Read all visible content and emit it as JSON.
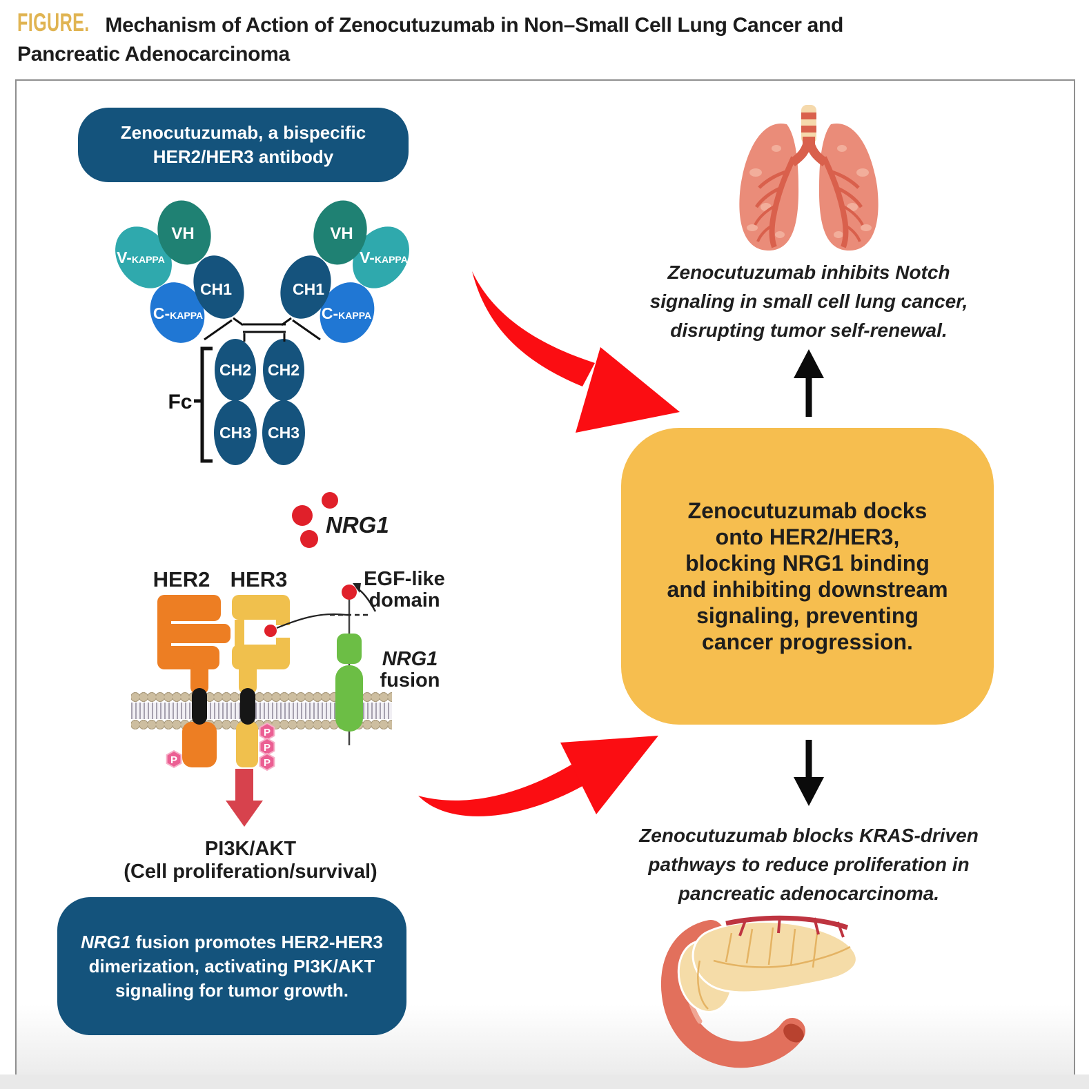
{
  "title": {
    "figure_label": "FIGURE.",
    "line1": "Mechanism of Action of Zenocutuzumab in Non–Small Cell Lung Cancer and",
    "line2": "Pancreatic Adenocarcinoma"
  },
  "antibody": {
    "header_line1": "Zenocutuzumab, a bispecific",
    "header_line2": "HER2/HER3 antibody",
    "domains": {
      "vh": "VH",
      "ch1": "CH1",
      "ch2": "CH2",
      "ch3": "CH3",
      "fc": "Fc",
      "v_prefix": "V-",
      "c_prefix": "C-",
      "kappa": "KAPPA"
    }
  },
  "receptors": {
    "her2": "HER2",
    "her3": "HER3",
    "nrg1": "NRG1",
    "egf_line1": "EGF-like",
    "egf_line2": "domain",
    "fusion_line1": "NRG1",
    "fusion_line2": "fusion",
    "phospho": "P",
    "pathway": "PI3K/AKT",
    "pathway_sub": "(Cell proliferation/survival)"
  },
  "notes": {
    "bottom_box": {
      "gene": "NRG1",
      "line1_rest": " fusion promotes HER2-HER3",
      "line2": "dimerization, activating PI3K/AKT",
      "line3": "signaling for tumor growth."
    },
    "lung_note": [
      "Zenocutuzumab inhibits Notch",
      "signaling in small cell lung cancer,",
      "disrupting tumor self-renewal."
    ],
    "center_box": [
      "Zenocutuzumab docks",
      "onto HER2/HER3,",
      "blocking NRG1 binding",
      "and inhibiting downstream",
      "signaling, preventing",
      "cancer progression."
    ],
    "pancreas_note": [
      "Zenocutuzumab blocks KRAS-driven",
      "pathways to reduce proliferation in",
      "pancreatic adenocarcinoma."
    ]
  },
  "colors": {
    "title_gold": "#e0b452",
    "callout_blue": "#14537c",
    "callout_yellow": "#f6be4f",
    "domain_vh_teal": "#1f8173",
    "domain_vkappa_teal": "#2fa9ad",
    "domain_ch_navy": "#15537d",
    "domain_ckappa_blue": "#2077d4",
    "her2_orange": "#ed7e23",
    "her3_yellow": "#f0c04d",
    "nrg1_fusion_green": "#6cbe45",
    "nrg1_dot_red": "#e0202a",
    "swoosh_arrow_red": "#fb0d12",
    "signal_arrow_red": "#d7424d",
    "phospho_pink": "#eb5f93",
    "membrane_tan": "#cdbea0",
    "lung_salmon": "#ea8c79",
    "lung_vessel": "#d9604c",
    "pancreas_cream": "#f5dca8",
    "duodenum_salmon": "#e2705c",
    "vessel_dark_red": "#be3440"
  }
}
